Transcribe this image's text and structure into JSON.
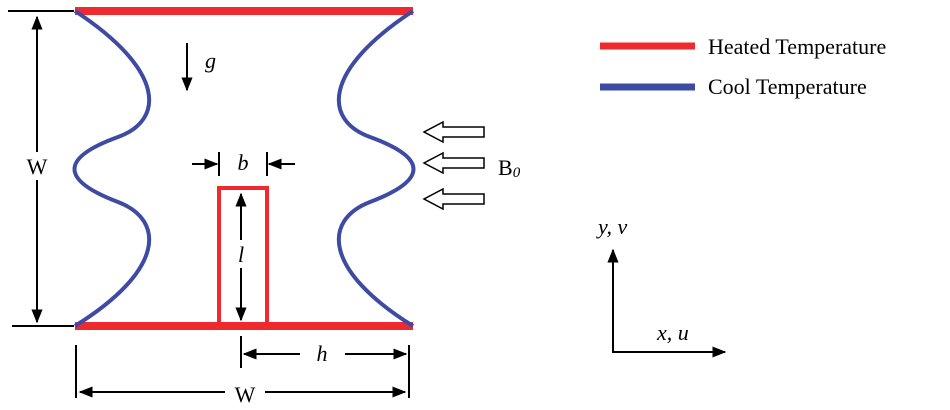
{
  "labels": {
    "gravity": "g",
    "height_left": "W",
    "width_bottom": "W",
    "fin_width": "b",
    "fin_length": "l",
    "fin_offset": "h",
    "magnetic_field": "B",
    "magnetic_field_sub": "0",
    "axis_y": "y, v",
    "axis_x": "x, u"
  },
  "legend": {
    "items": [
      {
        "label": "Heated Temperature",
        "color": "#ee2a2e"
      },
      {
        "label": "Cool Temperature",
        "color": "#3d4ba3"
      }
    ]
  },
  "colors": {
    "hot_wall": "#ee2a2e",
    "cold_wall": "#3d4ba3",
    "ink": "#000000"
  },
  "icons": {
    "field_arrows": "hollow-left-arrow",
    "gravity": "down-arrow"
  }
}
